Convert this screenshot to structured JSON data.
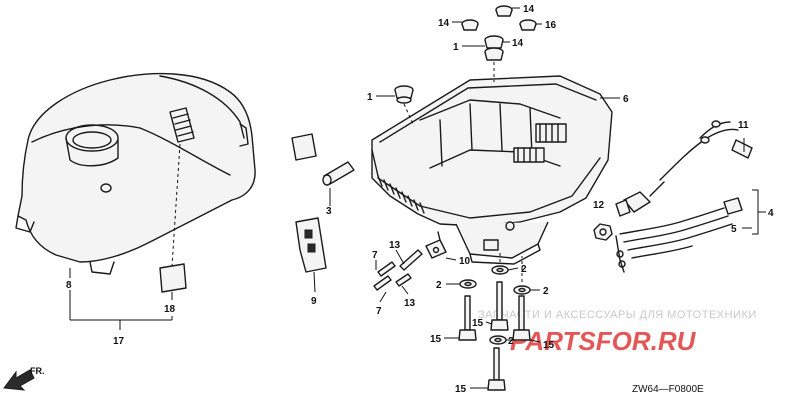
{
  "diagram": {
    "code": "ZW64—F0800E",
    "direction_label": "FR.",
    "watermark": {
      "tagline": "ЗАПЧАСТИ И АКСЕССУАРЫ ДЛЯ МОТОТЕХНИКИ",
      "brand": "PARTSFOR.RU"
    },
    "callouts": [
      {
        "id": "c14a",
        "label": "14"
      },
      {
        "id": "c14b",
        "label": "14"
      },
      {
        "id": "c16",
        "label": "16"
      },
      {
        "id": "c1a",
        "label": "1"
      },
      {
        "id": "c14c",
        "label": "14"
      },
      {
        "id": "c1b",
        "label": "1"
      },
      {
        "id": "c6",
        "label": "6"
      },
      {
        "id": "c11",
        "label": "11"
      },
      {
        "id": "c3",
        "label": "3"
      },
      {
        "id": "c4",
        "label": "4"
      },
      {
        "id": "c12",
        "label": "12"
      },
      {
        "id": "c5",
        "label": "5"
      },
      {
        "id": "c13a",
        "label": "13"
      },
      {
        "id": "c7a",
        "label": "7"
      },
      {
        "id": "c10",
        "label": "10"
      },
      {
        "id": "c2a",
        "label": "2"
      },
      {
        "id": "c2b",
        "label": "2"
      },
      {
        "id": "c2c",
        "label": "2"
      },
      {
        "id": "c8",
        "label": "8"
      },
      {
        "id": "c9",
        "label": "9"
      },
      {
        "id": "c7b",
        "label": "7"
      },
      {
        "id": "c13b",
        "label": "13"
      },
      {
        "id": "c18",
        "label": "18"
      },
      {
        "id": "c17",
        "label": "17"
      },
      {
        "id": "c15a",
        "label": "15"
      },
      {
        "id": "c15b",
        "label": "15"
      },
      {
        "id": "c2d",
        "label": "2"
      },
      {
        "id": "c15c",
        "label": "15"
      },
      {
        "id": "c15d",
        "label": "15"
      }
    ]
  }
}
